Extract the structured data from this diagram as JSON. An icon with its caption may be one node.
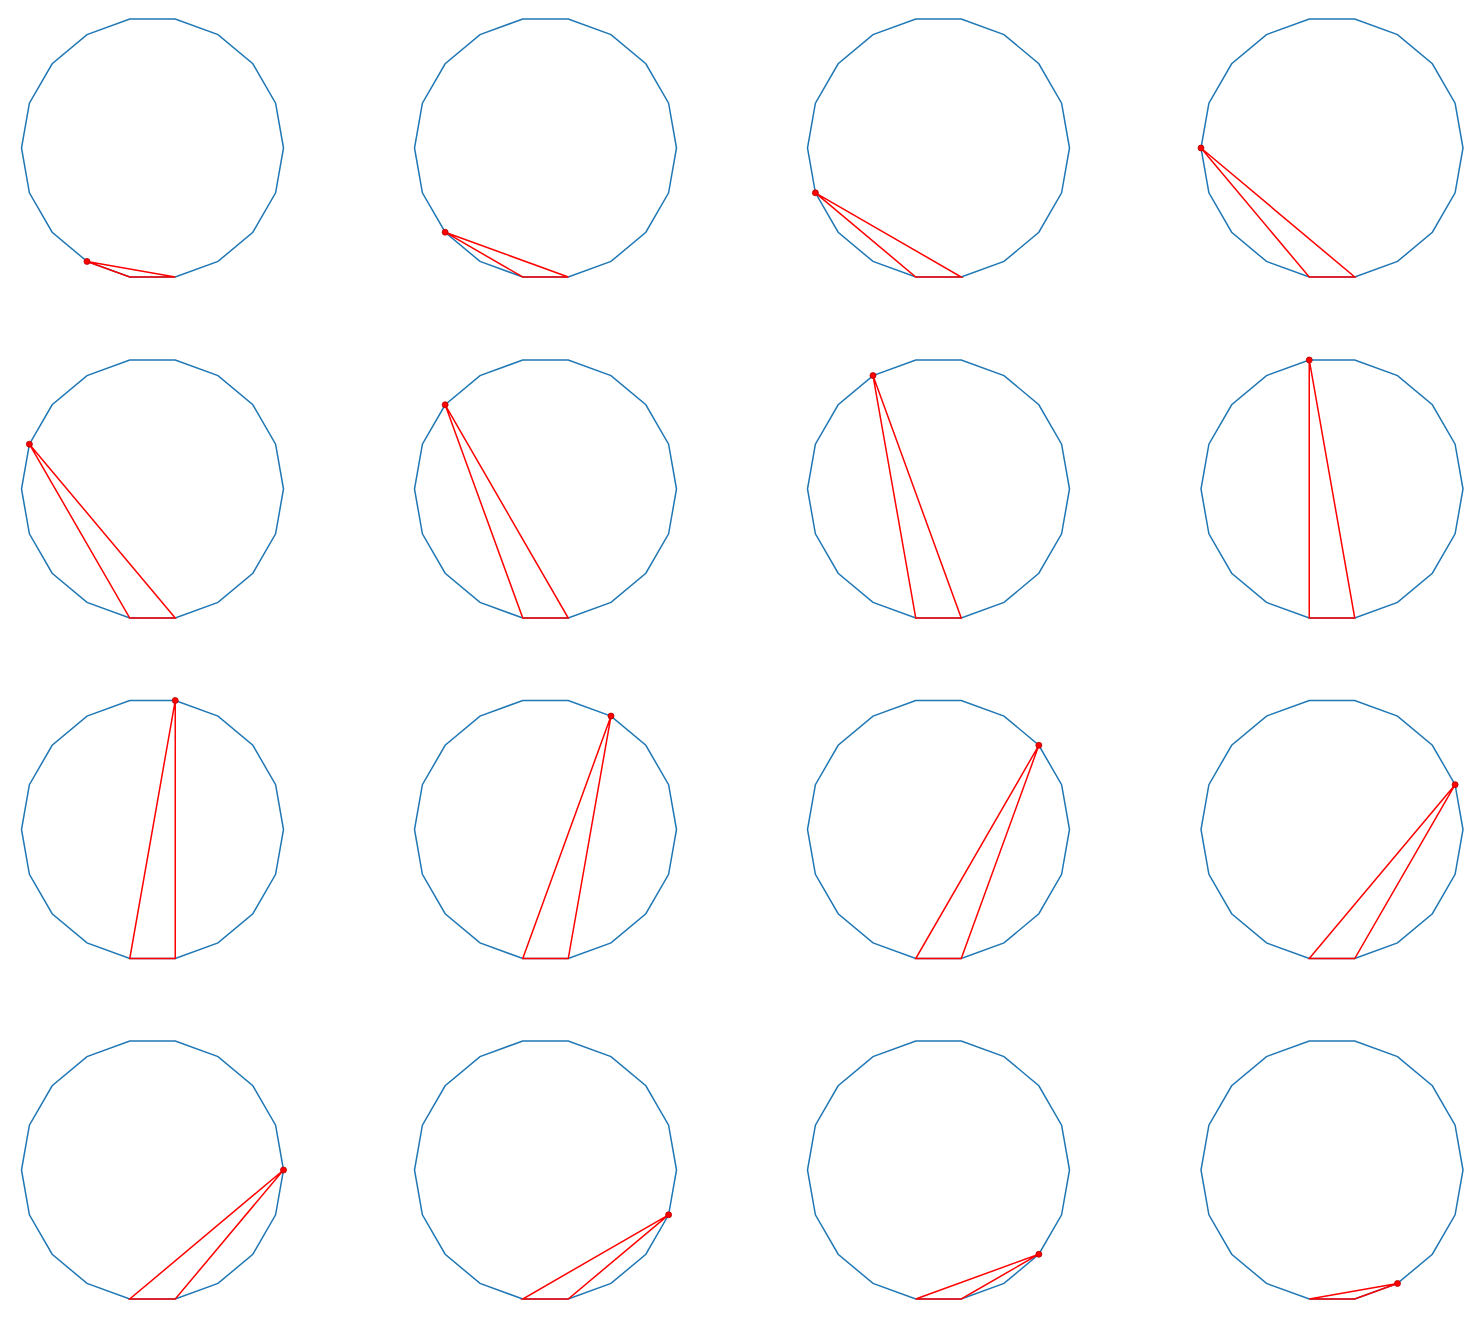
{
  "diagram": {
    "nodes": [
      {
        "text": [],
        "shape": "polygon"
      },
      {
        "text": [],
        "shape": "polygon"
      },
      {
        "text": [],
        "shape": "polygon"
      },
      {
        "text": [],
        "shape": "polygon"
      },
      {
        "text": [],
        "shape": "polygon"
      },
      {
        "text": [],
        "shape": "polygon"
      },
      {
        "text": [],
        "shape": "polygon"
      },
      {
        "text": [],
        "shape": "polygon"
      },
      {
        "text": [],
        "shape": "polygon"
      },
      {
        "text": [],
        "shape": "polygon"
      },
      {
        "text": [],
        "shape": "polygon"
      },
      {
        "text": [],
        "shape": "polygon"
      },
      {
        "text": [],
        "shape": "polygon"
      },
      {
        "text": [],
        "shape": "polygon"
      },
      {
        "text": [],
        "shape": "polygon"
      },
      {
        "text": [],
        "shape": "polygon"
      }
    ]
  }
}
